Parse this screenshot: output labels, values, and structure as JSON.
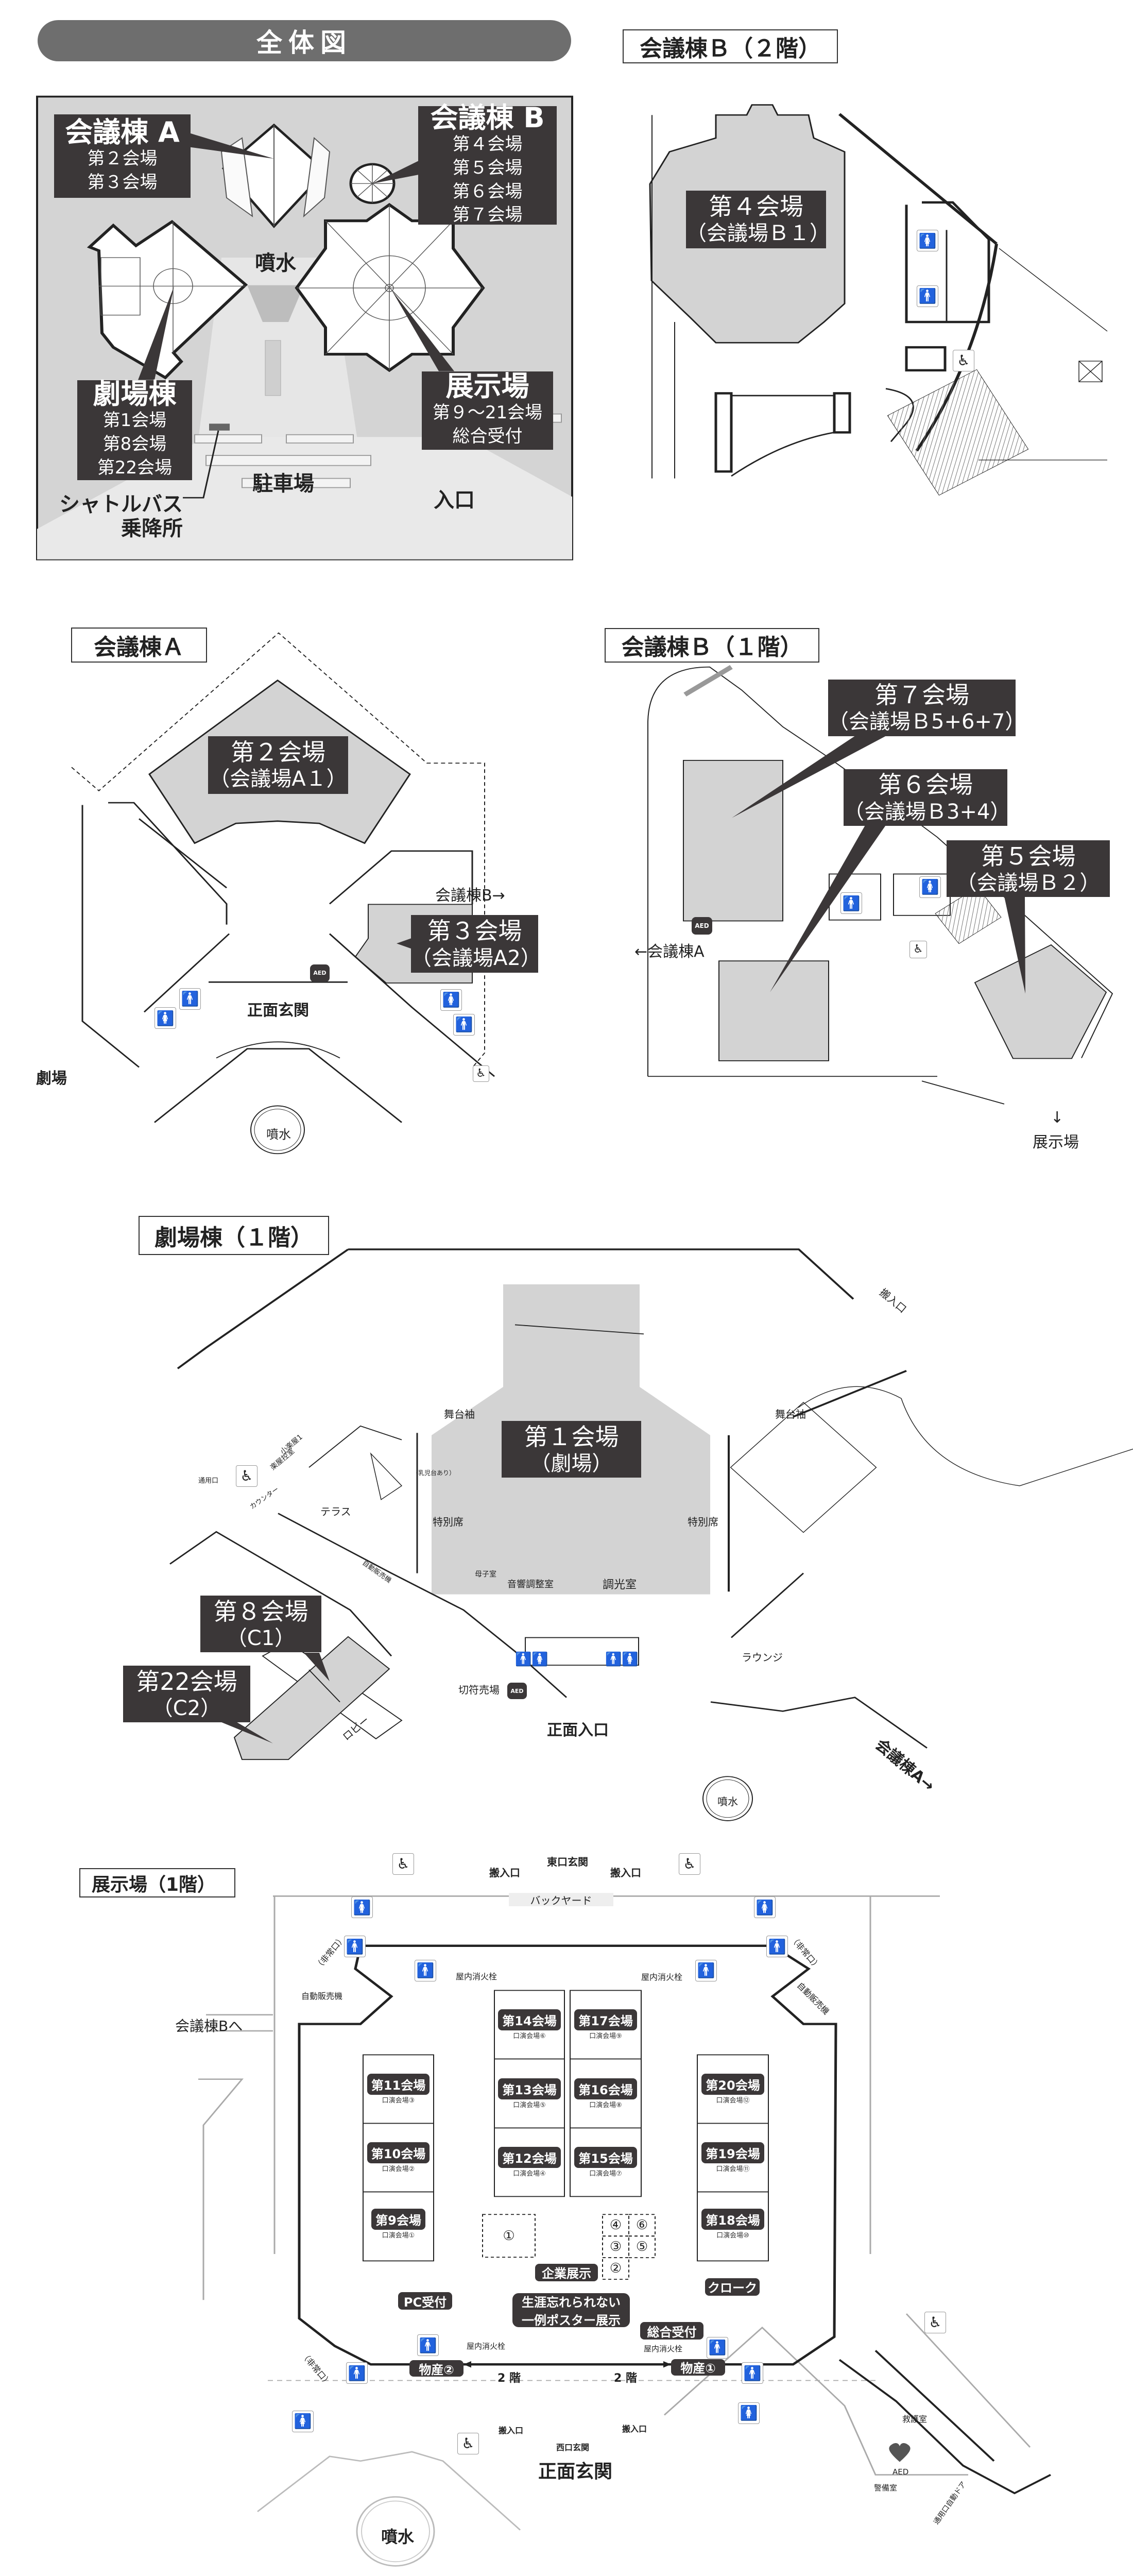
{
  "overview": {
    "title": "全体図",
    "kaigi_a": {
      "name": "会議棟 A",
      "rooms": [
        "第２会場",
        "第３会場"
      ]
    },
    "kaigi_b": {
      "name": "会議棟 B",
      "rooms": [
        "第４会場",
        "第５会場",
        "第６会場",
        "第７会場"
      ]
    },
    "theater": {
      "name": "劇場棟",
      "rooms": [
        "第1会場",
        "第8会場",
        "第22会場"
      ]
    },
    "exhibit": {
      "name": "展示場",
      "rooms": [
        "第９〜21会場",
        "総合受付"
      ]
    },
    "fountain": "噴水",
    "parking": "駐車場",
    "entrance": "入口",
    "shuttle": [
      "シャトルバス",
      "乗降所"
    ]
  },
  "kaigi_b2": {
    "title": "会議棟Ｂ（２階）",
    "room": {
      "name": "第４会場",
      "sub": "（会議場Ｂ１）"
    }
  },
  "kaigi_a": {
    "title": "会議棟Ａ",
    "rooms": [
      {
        "name": "第２会場",
        "sub": "（会議場A１）"
      },
      {
        "name": "第３会場",
        "sub": "（会議場A2）"
      }
    ],
    "to_b": "会議棟B→",
    "entrance": "正面玄関",
    "to_theater": "劇場",
    "fountain": "噴水",
    "aed": "AED"
  },
  "kaigi_b1": {
    "title": "会議棟Ｂ（１階）",
    "rooms": [
      {
        "name": "第７会場",
        "sub": "（会議場Ｂ5+6+7）"
      },
      {
        "name": "第６会場",
        "sub": "（会議場Ｂ3+4）"
      },
      {
        "name": "第５会場",
        "sub": "（会議場Ｂ２）"
      }
    ],
    "to_a": "←会議棟A",
    "to_exhibit": "展示場",
    "aed": "AED"
  },
  "theater": {
    "title": "劇場棟（１階）",
    "rooms": [
      {
        "name": "第１会場",
        "sub": "（劇場）"
      },
      {
        "name": "第８会場",
        "sub": "（C1）"
      },
      {
        "name": "第22会場",
        "sub": "（C2）"
      }
    ],
    "labels": {
      "stage_wing": "舞台袖",
      "terrace": "テラス",
      "special_seat": "特別席",
      "nursing": "母子室",
      "sound": "音響調整室",
      "lighting": "調光室",
      "ticket": "切符売場",
      "lobby": "ロビー",
      "lounge": "ラウンジ",
      "loading": "搬入口",
      "counter": "カウンター",
      "service_door": "通用口",
      "vending": "自動販売機",
      "green_room": "楽屋控室",
      "small_room": "小楽屋1",
      "baby": "（乳児台あり）",
      "entrance": "正面入口",
      "to_a": "会議棟A→",
      "fountain": "噴水",
      "aed": "AED"
    }
  },
  "exhibit": {
    "title": "展示場（1階）",
    "rooms": [
      {
        "name": "第11会場",
        "sub": "口演会場③"
      },
      {
        "name": "第10会場",
        "sub": "口演会場②"
      },
      {
        "name": "第9会場",
        "sub": "口演会場①"
      },
      {
        "name": "第14会場",
        "sub": "口演会場⑥"
      },
      {
        "name": "第13会場",
        "sub": "口演会場⑤"
      },
      {
        "name": "第12会場",
        "sub": "口演会場④"
      },
      {
        "name": "第17会場",
        "sub": "口演会場⑨"
      },
      {
        "name": "第16会場",
        "sub": "口演会場⑧"
      },
      {
        "name": "第15会場",
        "sub": "口演会場⑦"
      },
      {
        "name": "第20会場",
        "sub": "口演会場⑫"
      },
      {
        "name": "第19会場",
        "sub": "口演会場⑪"
      },
      {
        "name": "第18会場",
        "sub": "口演会場⑩"
      }
    ],
    "booths": [
      "①",
      "②",
      "③",
      "④",
      "⑤",
      "⑥"
    ],
    "badges": {
      "corporate": "企業展示",
      "pc": "PC受付",
      "poster": [
        "生涯忘れられない",
        "一例ポスター展示"
      ],
      "reception": "総合受付",
      "cloak": "クローク",
      "goods2": "物産②",
      "goods1": "物産①"
    },
    "labels": {
      "east_entrance": "東口玄関",
      "loading": "搬入口",
      "backyard": "バックヤード",
      "hydrant": "屋内消火栓",
      "vending": "自動販売機",
      "emergency": "（非常口）",
      "to_b": "会議棟Bへ",
      "floor2": "2 階",
      "west_entrance": "西口玄関",
      "front": "正面玄関",
      "fountain": "噴水",
      "first_aid": "救護室",
      "aed": "AED",
      "security": "警備室",
      "service_door": "通用口自動ドア"
    }
  }
}
